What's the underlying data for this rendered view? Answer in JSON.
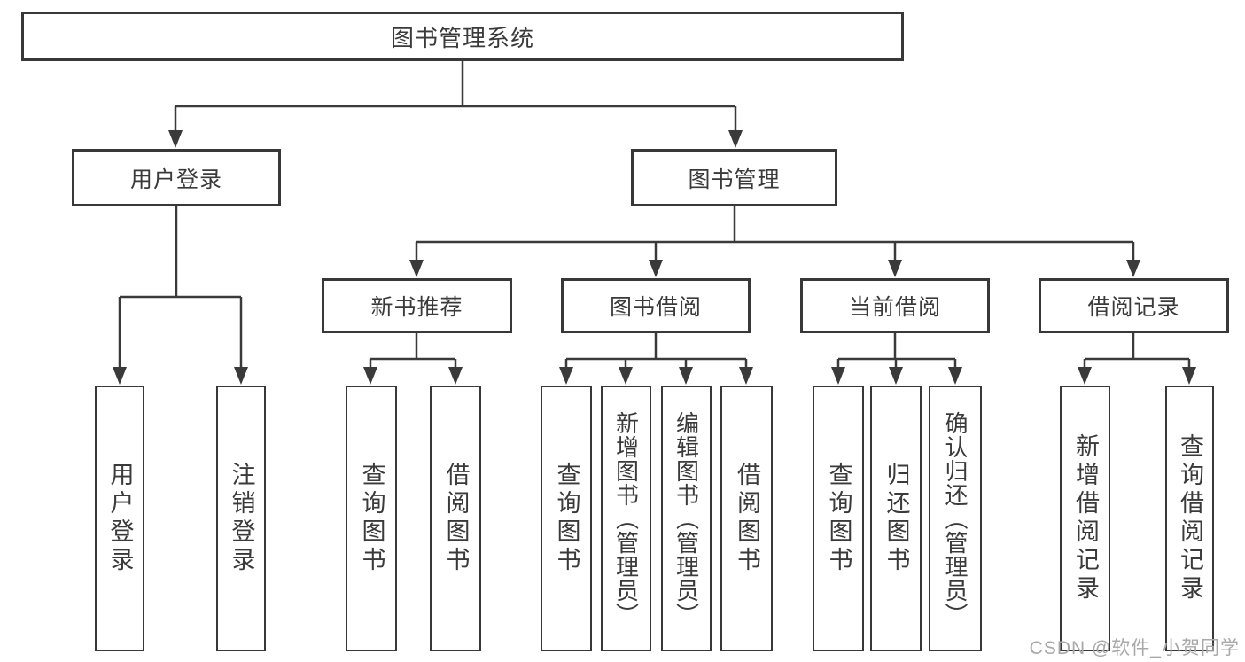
{
  "diagram": {
    "root": {
      "label": "图书管理系统"
    },
    "branches": [
      {
        "label": "用户登录",
        "children": [
          {
            "label": "用户登录"
          },
          {
            "label": "注销登录"
          }
        ]
      },
      {
        "label": "图书管理",
        "children": [
          {
            "label": "新书推荐",
            "children": [
              {
                "label": "查询图书"
              },
              {
                "label": "借阅图书"
              }
            ]
          },
          {
            "label": "图书借阅",
            "children": [
              {
                "label": "查询图书"
              },
              {
                "label": "新增图书（管理员）"
              },
              {
                "label": "编辑图书（管理员）"
              },
              {
                "label": "借阅图书"
              }
            ]
          },
          {
            "label": "当前借阅",
            "children": [
              {
                "label": "查询图书"
              },
              {
                "label": "归还图书"
              },
              {
                "label": "确认归还（管理员）"
              }
            ]
          },
          {
            "label": "借阅记录",
            "children": [
              {
                "label": "新增借阅记录"
              },
              {
                "label": "查询借阅记录"
              }
            ]
          }
        ]
      }
    ],
    "colors": {
      "line": "#3a3a3a",
      "text": "#3a3a3a",
      "watermark": "#a8a8a8",
      "background": "#ffffff"
    }
  },
  "watermark": {
    "text": "CSDN @软件_小贺同学"
  }
}
